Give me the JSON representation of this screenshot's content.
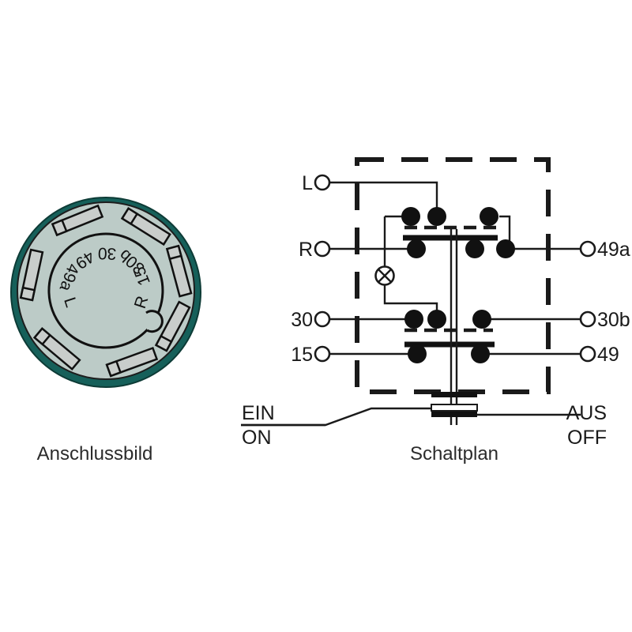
{
  "figure": {
    "left_caption": "Anschlussbild",
    "right_caption": "Schaltplan"
  },
  "connector": {
    "ring_color": "#16605a",
    "body_color": "#bccbc7",
    "blade_color": "#c9cdcb",
    "blade_count": 7,
    "inner_labels": [
      "30",
      "30b",
      "15",
      "R",
      "L",
      "49a",
      "49"
    ],
    "inner_label_list": {
      "l0": "30",
      "l1": "30b",
      "l2": "15",
      "l3": "R",
      "l4": "L",
      "l5": "49a",
      "l6": "49"
    }
  },
  "schematic": {
    "left_terminals": [
      {
        "label": "L"
      },
      {
        "label": "R"
      },
      {
        "label": "30"
      },
      {
        "label": "15"
      }
    ],
    "left_terminal_list": {
      "t0": "L",
      "t1": "R",
      "t2": "30",
      "t3": "15"
    },
    "right_terminals": [
      {
        "label": "49a"
      },
      {
        "label": "30b"
      },
      {
        "label": "49"
      }
    ],
    "right_terminal_list": {
      "t0": "49a",
      "t1": "30b",
      "t2": "49"
    },
    "lamp_symbol": "crossed-circle",
    "states": {
      "on_de": "EIN",
      "on_en": "ON",
      "off_de": "AUS",
      "off_en": "OFF"
    },
    "colors": {
      "line": "#1a1a1a",
      "contact": "#111111"
    }
  }
}
